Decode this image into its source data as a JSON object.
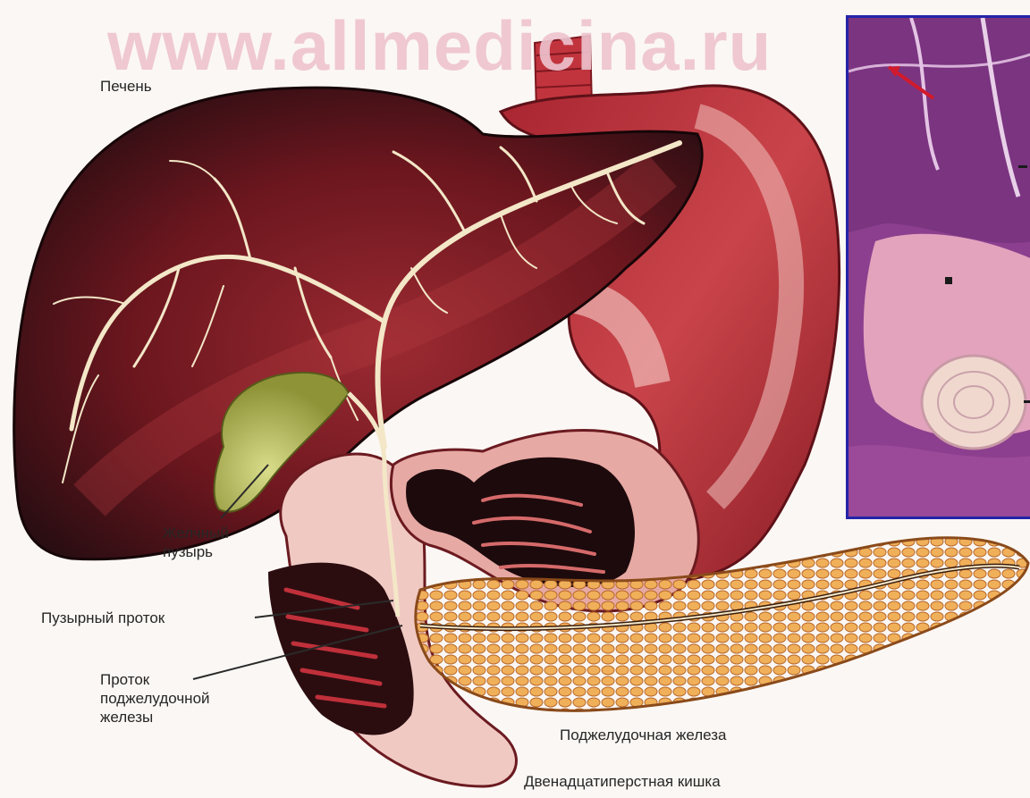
{
  "watermark": "www.allmedicina.ru",
  "labels": {
    "liver": "Печень",
    "gallbladder": [
      "Желчный",
      "пузырь"
    ],
    "cystic_duct": "Пузырный проток",
    "pancreatic_duct": [
      "Проток",
      "поджелудочной",
      "железы"
    ],
    "pancreas": "Поджелудочная железа",
    "duodenum": "Двенадцатиперстная кишка"
  },
  "colors": {
    "liver_dark": "#1e0c10",
    "liver_red": "#8a1e26",
    "organ_red": "#b8303a",
    "pink_light": "#f3c7c4",
    "gallbladder_green": "#b7bc5a",
    "pancreas_orange": "#e89b3c",
    "duct_cream": "#f3e7c8",
    "micro_purple": "#8c3f8e",
    "micro_pink": "#e3a3bd",
    "micro_border": "#2424a8"
  }
}
